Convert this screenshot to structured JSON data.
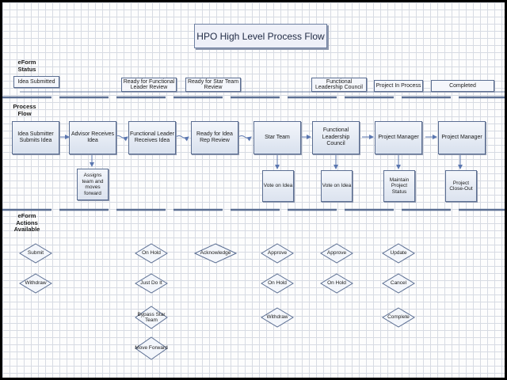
{
  "title": "HPO High Level Process Flow",
  "lanes": {
    "eform_status": [
      "eForm",
      "Status"
    ],
    "process_flow": [
      "Process",
      "Flow"
    ],
    "eform_actions": [
      "eForm",
      "Actions",
      "Available"
    ]
  },
  "statuses": [
    "Idea Submitted",
    "Ready for Functional Leader Review",
    "Ready for Star Team Review",
    "Functional Leadership Council",
    "Project In Process",
    "Completed"
  ],
  "process_steps": [
    "Idea Submitter Submits Idea",
    "Advisor Receives Idea",
    "Functional Leader Receives Idea",
    "Ready for Idea Rep Review",
    "Star Team",
    "Functional Leadership Council",
    "Project Manager",
    "Project Manager"
  ],
  "sub_steps": [
    "Assigns team and moves forward",
    "Vote on Idea",
    "Vote on Idea",
    "Maintain Project Status",
    "Project Close-Out"
  ],
  "actions": {
    "col1": [
      "Submit",
      "Withdraw"
    ],
    "col2": [
      "On Hold",
      "Just Do It",
      "Bypass Star Team",
      "Move Forward"
    ],
    "col3": [
      "Acknowledge"
    ],
    "col4": [
      "Approve",
      "On Hold",
      "Withdraw"
    ],
    "col5": [
      "Approve",
      "On Hold"
    ],
    "col6": [
      "Update",
      "Cancel",
      "Complete"
    ]
  },
  "colors": {
    "border": "#5b6e92",
    "fill_top": "#f3f6fb",
    "fill_bottom": "#d9e1ee",
    "divider": "#5c6f93",
    "connector": "#5b77b0"
  }
}
